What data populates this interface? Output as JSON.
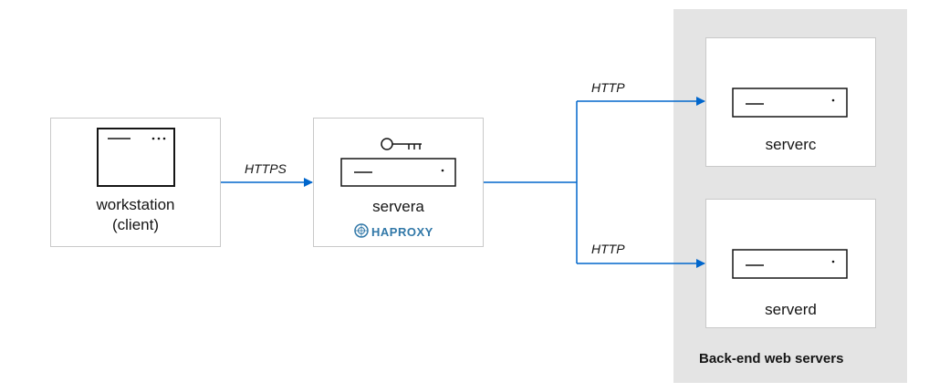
{
  "nodes": {
    "workstation": {
      "label_line1": "workstation",
      "label_line2": "(client)"
    },
    "servera": {
      "label": "servera",
      "proxy_logo_text": "HAPROXY"
    },
    "serverc": {
      "label": "serverc"
    },
    "serverd": {
      "label": "serverd"
    }
  },
  "edges": {
    "client_to_proxy": "HTTPS",
    "proxy_to_serverc": "HTTP",
    "proxy_to_serverd": "HTTP"
  },
  "groups": {
    "backend": {
      "label": "Back-end web servers"
    }
  },
  "colors": {
    "arrow": "#0066cc",
    "group_bg": "#e4e4e4",
    "node_border": "#c9c9c9",
    "haproxy": "#3178a8"
  },
  "icons": [
    "window-icon",
    "key-icon",
    "server-icon",
    "haproxy-logo-icon"
  ]
}
